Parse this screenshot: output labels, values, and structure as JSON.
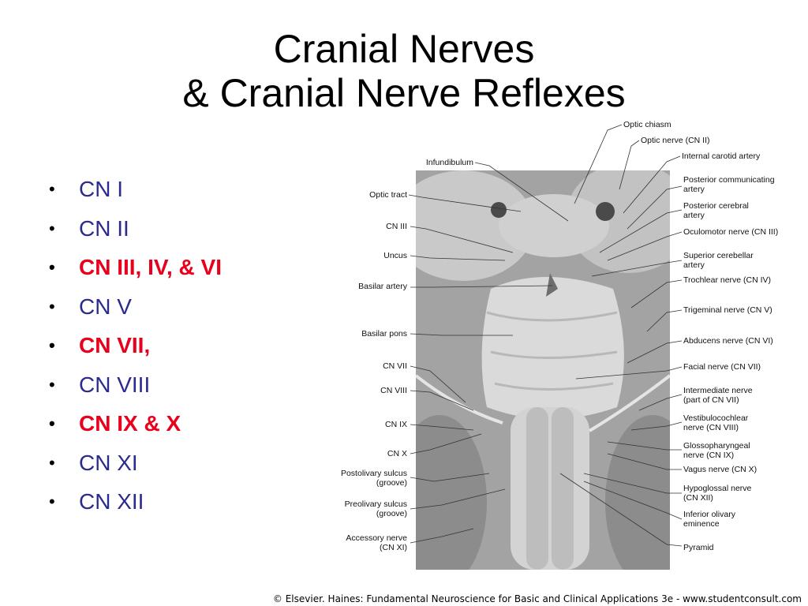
{
  "title": {
    "line1": "Cranial Nerves",
    "line2": "& Cranial Nerve Reflexes"
  },
  "bullets": [
    {
      "text": "CN I",
      "highlight": false
    },
    {
      "text": "CN II",
      "highlight": false
    },
    {
      "text": "CN III, IV, & VI",
      "highlight": true
    },
    {
      "text": "CN V",
      "highlight": false
    },
    {
      "text": "CN VII,",
      "highlight": true
    },
    {
      "text": "CN VIII",
      "highlight": false
    },
    {
      "text": "CN IX & X",
      "highlight": true
    },
    {
      "text": "CN XI",
      "highlight": false
    },
    {
      "text": "CN XII",
      "highlight": false
    }
  ],
  "colors": {
    "bullet_text": "#2b2b8f",
    "highlight_text": "#e8001c"
  },
  "figure": {
    "left_labels": [
      "Infundibulum",
      "Optic tract",
      "CN III",
      "Uncus",
      "Basilar artery",
      "Basilar pons",
      "CN VII",
      "CN VIII",
      "CN IX",
      "CN X",
      "Postolivary sulcus\n(groove)",
      "Preolivary sulcus\n(groove)",
      "Accessory nerve\n(CN XI)"
    ],
    "right_labels": [
      "Optic chiasm",
      "Optic nerve (CN II)",
      "Internal carotid artery",
      "Posterior communicating\nartery",
      "Posterior cerebral\nartery",
      "Oculomotor nerve (CN III)",
      "Superior cerebellar\nartery",
      "Trochlear nerve (CN IV)",
      "Trigeminal nerve (CN V)",
      "Abducens nerve (CN VI)",
      "Facial nerve (CN VII)",
      "Intermediate nerve\n(part of CN VII)",
      "Vestibulocochlear\nnerve (CN VIII)",
      "Glossopharyngeal\nnerve (CN IX)",
      "Vagus nerve (CN X)",
      "Hypoglossal nerve\n(CN XII)",
      "Inferior olivary\neminence",
      "Pyramid"
    ]
  },
  "credit": "© Elsevier. Haines: Fundamental Neuroscience for Basic and Clinical Applications 3e - www.studentconsult.com"
}
